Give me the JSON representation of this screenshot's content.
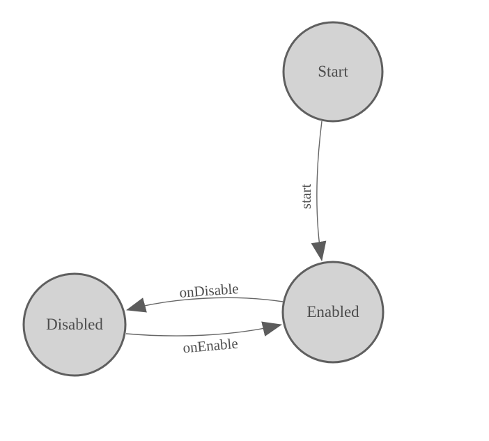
{
  "diagram": {
    "type": "state-machine",
    "nodes": [
      {
        "id": "start",
        "label": "Start"
      },
      {
        "id": "enabled",
        "label": "Enabled"
      },
      {
        "id": "disabled",
        "label": "Disabled"
      }
    ],
    "edges": [
      {
        "from": "Start",
        "to": "Enabled",
        "label": "start"
      },
      {
        "from": "Enabled",
        "to": "Disabled",
        "label": "onDisable"
      },
      {
        "from": "Disabled",
        "to": "Enabled",
        "label": "onEnable"
      }
    ],
    "colors": {
      "background": "#ffffff",
      "node_fill": "#d3d3d3",
      "node_stroke": "#5f5f5f",
      "edge_stroke": "#666666",
      "arrowhead": "#5c5c5c",
      "text": "#4d4d4d"
    }
  }
}
